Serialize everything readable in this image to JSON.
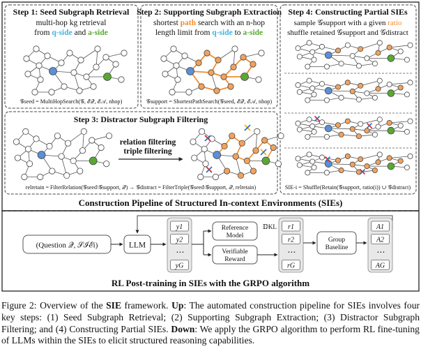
{
  "top": {
    "step1": {
      "title": "Step 1: Seed Subgraph Retrieval",
      "line1": "multi-hop kg retrieval",
      "line2_prefix": "from ",
      "q_side": "q-side",
      "line2_mid": " and ",
      "a_side": "a-side",
      "formula": "𝒢seed = MultiHopSearch(𝒢, ℰ𝒬, ℰ𝒜, nhop)"
    },
    "step2": {
      "title": "Step 2: Supporting Subgraph Extraction",
      "line1_prefix": "shortest ",
      "path_word": "path",
      "line1_suffix": " search with an n-hop",
      "line2_prefix": "length limit from ",
      "q_side": "q-side",
      "line2_mid": " to ",
      "a_side": "a-side",
      "formula": "𝒢support = ShortestPathSearch(𝒢seed, ℰ𝒬, ℰ𝒜, nhop)"
    },
    "step3": {
      "title": "Step 3: Distractor Subgraph Filtering",
      "relation_filtering": "relation filtering",
      "triple_filtering": "triple filtering",
      "formula": "relretain = FilterRelation(𝒢seed\\𝒢support, 𝒬) → 𝒢distract = FilterTriple(𝒢seed\\𝒢support, 𝒬, relretain)"
    },
    "step4": {
      "title": "Step 4: Constructing Partial SIEs",
      "line1_prefix": "sample 𝒢support with a given ",
      "ratio_word": "ratio",
      "line2": "shuffle retained 𝒢support and 𝒢distract",
      "formula": "SIE-i = Shuffle(Retain(𝒢support, ratio(i)) ∪ 𝒢distract)"
    },
    "pipeline_label": "Construction Pipeline of Structured In-context Environments (SIEs)"
  },
  "bottom": {
    "input": "(Question 𝒬, 𝒮ℐℰi)",
    "llm": "LLM",
    "outputs": [
      "y1",
      "y2",
      "⋯",
      "yG"
    ],
    "reference_model": "Reference Model",
    "verifiable_reward": "Verifiable Reward",
    "kl_label": "𝔻KL",
    "rewards": [
      "r1",
      "r2",
      "⋯",
      "rG"
    ],
    "group_baseline": "Group Baseline",
    "advantages": [
      "A1",
      "A2",
      "⋯",
      "AG"
    ],
    "rl_label": "RL Post-training in SIEs with the GRPO algorithm"
  },
  "caption": {
    "fig_label": "Figure 2:",
    "text_a": " Overview of the ",
    "sie_bold": "SIE",
    "text_b": " framework. ",
    "up_bold": "Up",
    "text_c": ": The automated construction pipeline for SIEs involves four key steps: (1) Seed Subgraph Retrieval; (2) Supporting Subgraph Extraction; (3) Distractor Subgraph Filtering; and (4) Constructing Partial SIEs. ",
    "down_bold": "Down",
    "text_d": ": We apply the GRPO algorithm to perform RL fine-tuning of LLMs within the SIEs to elicit structured reasoning capabilities."
  },
  "colors": {
    "q_side": "#3fb5e0",
    "a_side": "#5aa832",
    "path": "#f08c2e",
    "relation_filtering": "#e8b21e",
    "triple_filtering": "#e02020",
    "node_blue": "#5b8fd6",
    "node_green": "#5aa832",
    "node_orange": "#f2a25e"
  }
}
